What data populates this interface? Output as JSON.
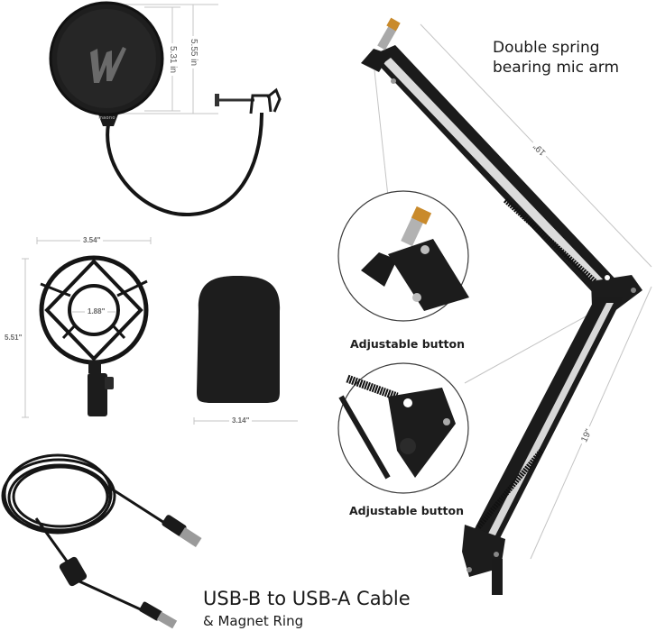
{
  "product_sheet": {
    "pop_filter": {
      "brand_text": "maono",
      "dims": {
        "inner": "5.31 in",
        "outer": "5.55 in"
      }
    },
    "shock_mount": {
      "dims": {
        "width": "3.54\"",
        "height": "5.51\"",
        "inner": "1.88\""
      }
    },
    "foam_windscreen": {
      "dims": {
        "width": "3.14\""
      }
    },
    "mic_arm": {
      "title_line1": "Double spring",
      "title_line2": "bearing mic arm",
      "dims": {
        "upper_arm": "19\"",
        "lower_arm": "19\""
      },
      "callouts": [
        {
          "label": "Adjustable button"
        },
        {
          "label": "Adjustable button"
        }
      ]
    },
    "usb_cable": {
      "title_line1": "USB-B to USB-A Cable",
      "title_line2": "& Magnet Ring"
    },
    "colors": {
      "product_black": "#1c1c1c",
      "dimension_line": "#b5b5b5",
      "accent_gold": "#c98a2b",
      "text": "#1a1a1a"
    }
  }
}
